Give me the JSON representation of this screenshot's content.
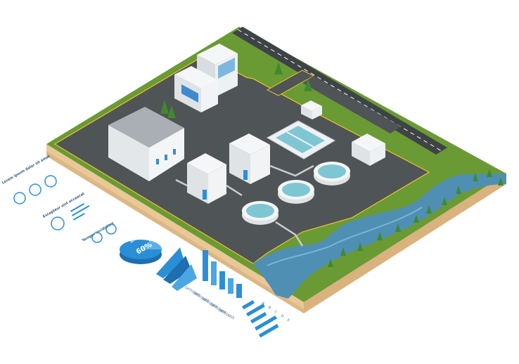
{
  "infographic": {
    "headings": [
      "Lorem ipsum dolor sit amet",
      "Excepteur sint occaecat",
      "Tempor incididunt"
    ],
    "pie_main_label": "60%",
    "pie_small_labels": [
      "20%",
      "20%"
    ],
    "bar_labels": [
      "OPTION01",
      "OPTION02",
      "OPTION03",
      "OPTION04",
      "OPTION05"
    ],
    "letters": [
      "A",
      "B",
      "C",
      "D",
      "E"
    ]
  },
  "colors": {
    "grass": "#6a9a34",
    "asphalt": "#4f5457",
    "road_line": "#f2c12e",
    "soil": "#e7c99d",
    "water": "#4f8fb4",
    "building": "#f2f4f6",
    "accent_blue": "#2a8fd6",
    "pool_water": "#7fc6d4"
  }
}
